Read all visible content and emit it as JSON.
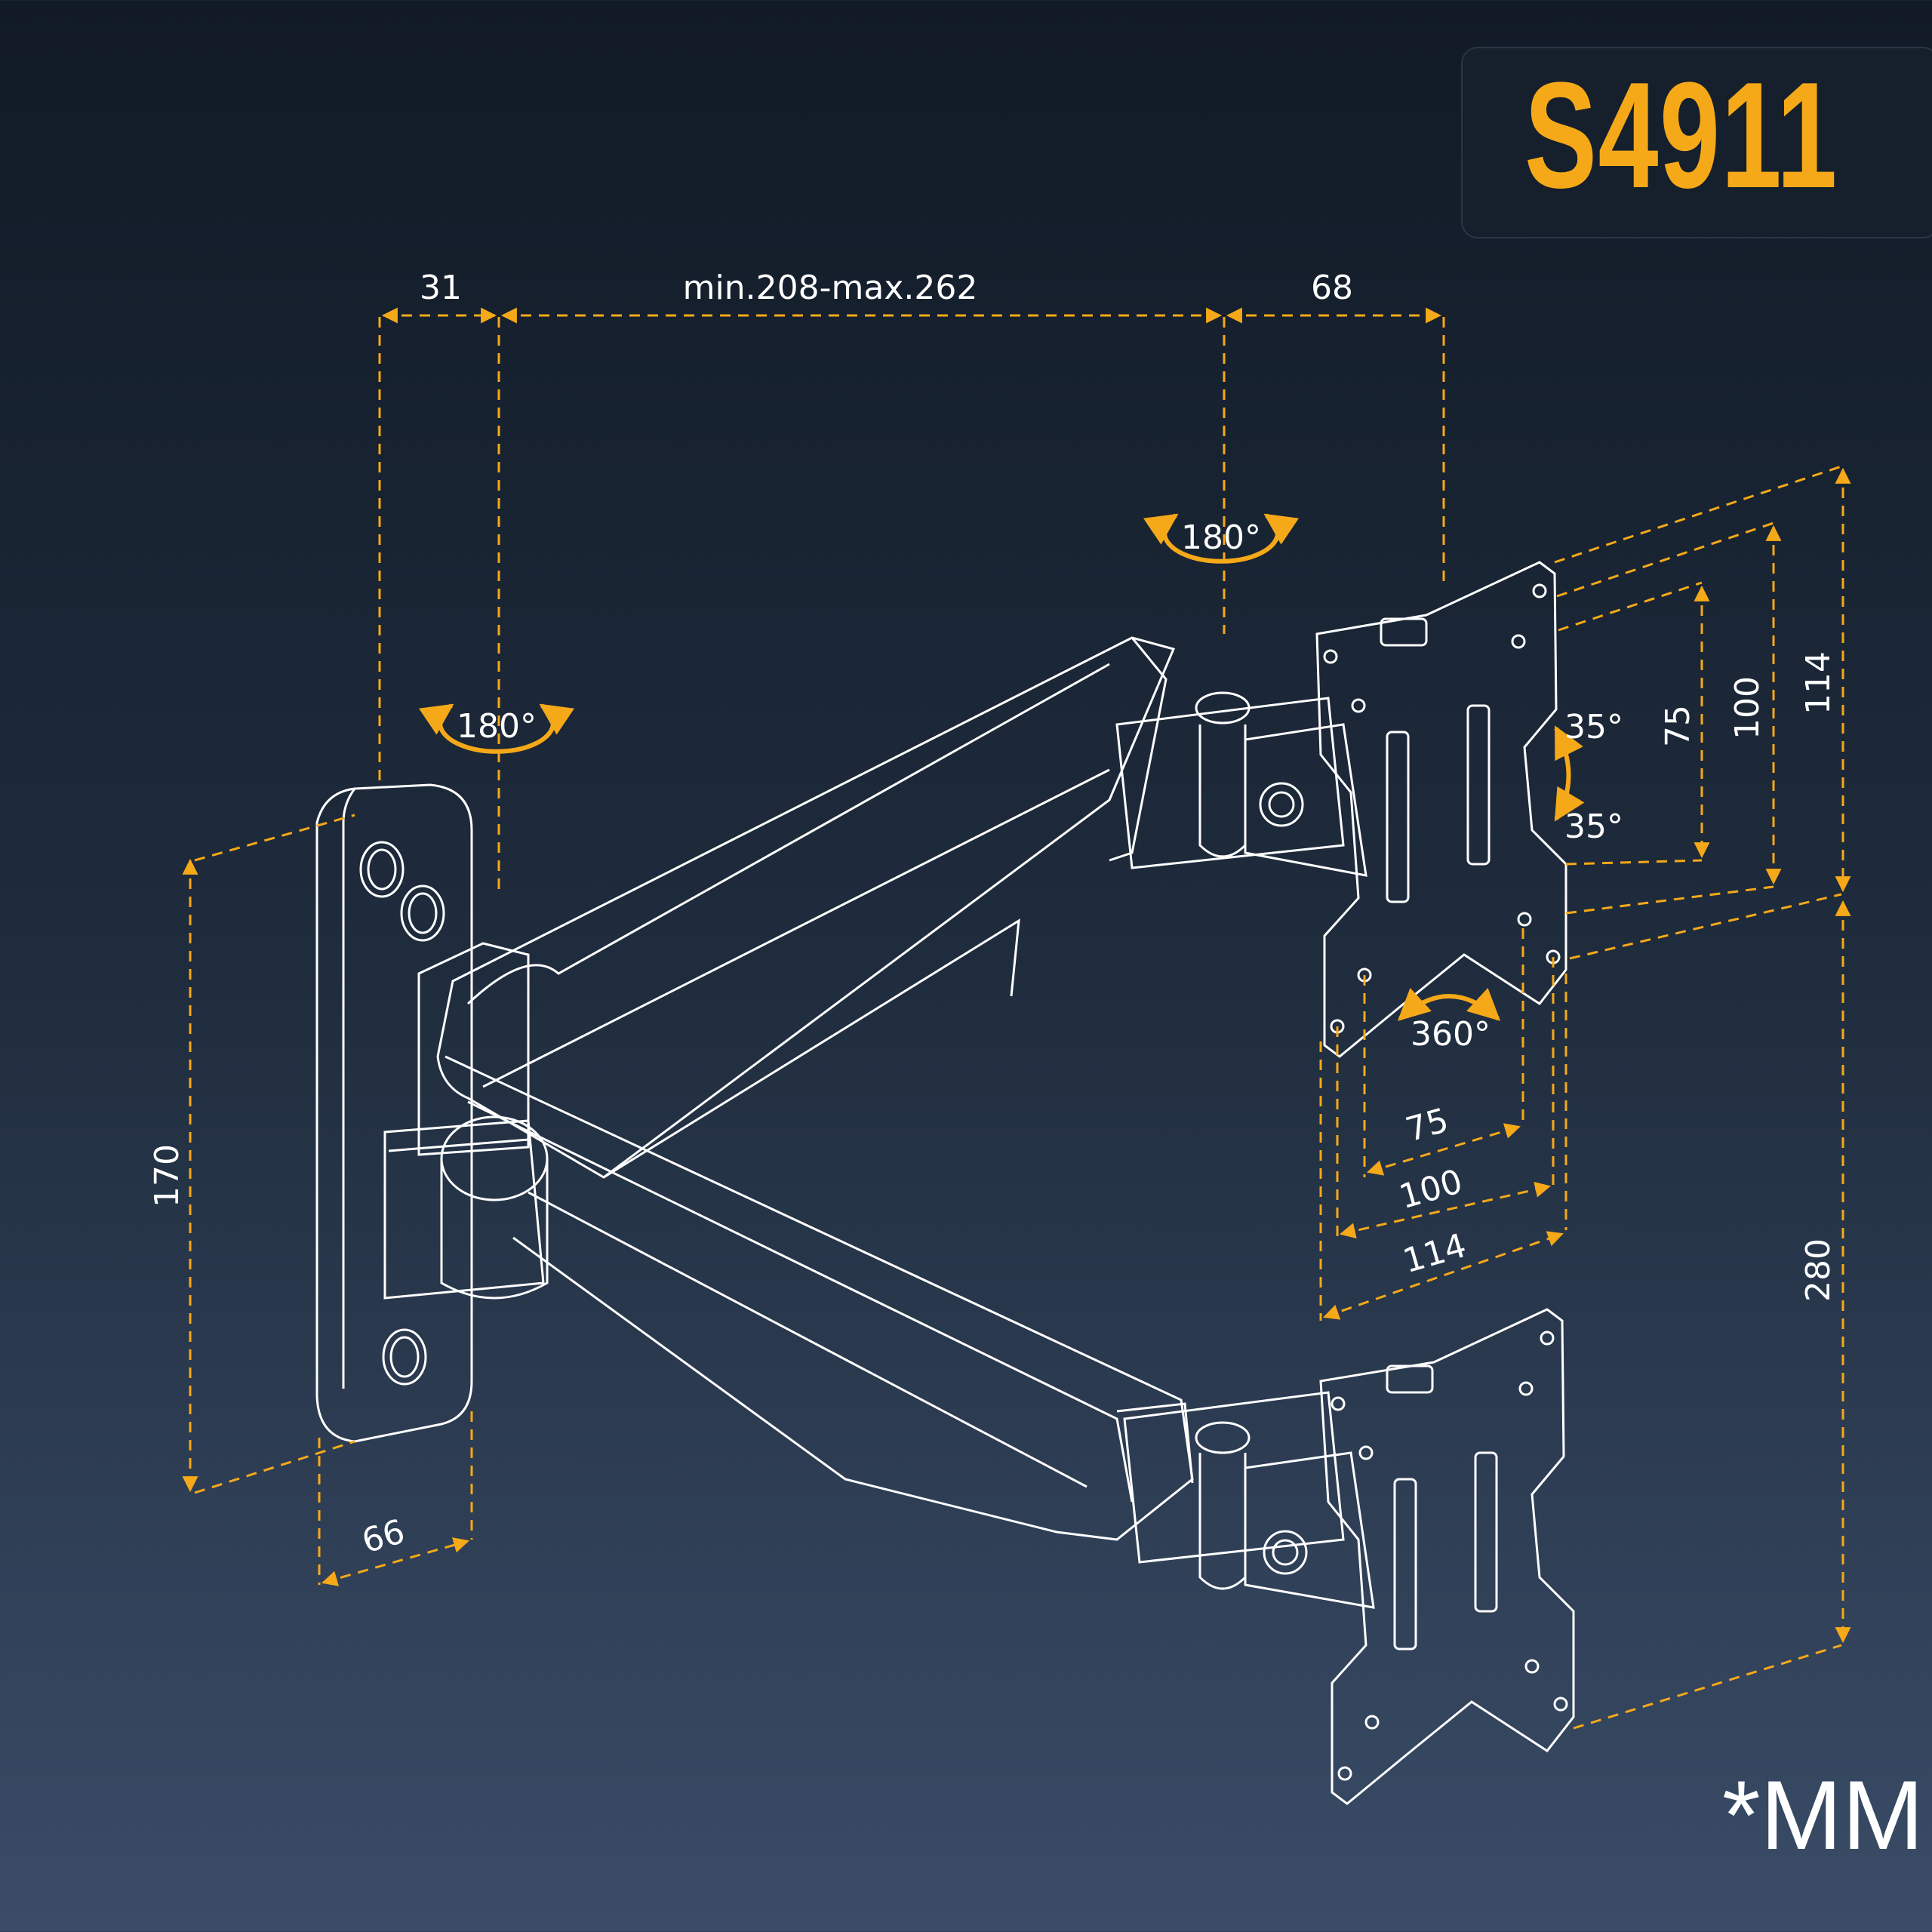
{
  "model": "S4911",
  "unit": "*MM",
  "colors": {
    "accent": "#f6a918",
    "outline": "#ffffff",
    "background_top": "#111a26",
    "background_bottom": "#3a4c67"
  },
  "dimensions": {
    "wall_offset": "31",
    "arm_length": "min.208-max.262",
    "head_offset": "68",
    "plate_height": "170",
    "plate_width": "66",
    "vesa_small": "75",
    "vesa_medium": "100",
    "vesa_large": "114",
    "height_travel": "280"
  },
  "rotations": {
    "wall_swivel": "180°",
    "head_swivel": "180°",
    "tilt_up": "35°",
    "tilt_down": "35°",
    "screen_rotation": "360°"
  }
}
